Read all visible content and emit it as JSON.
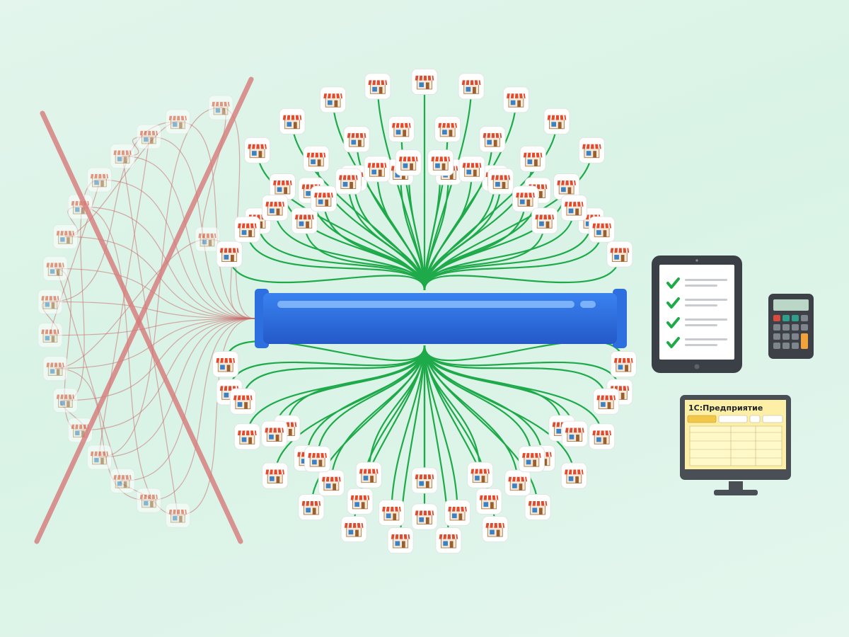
{
  "diagram": {
    "bus": {
      "color": "#2e6fe0"
    },
    "legacy_stores": 18,
    "top_fan_stores": 43,
    "bottom_fan_stores": 34,
    "colors": {
      "store_awning": "#e24a2c",
      "store_window": "#3b82c4",
      "connector_green": "#1faa4a",
      "connector_red": "#c96b6b",
      "cross_red": "#d77a7a"
    },
    "tablet": {
      "icon": "checklist-tablet-icon",
      "checked_items": 4
    },
    "calculator": {
      "icon": "calculator-icon"
    },
    "monitor": {
      "icon": "monitor-icon",
      "title": "1С:Предприятие"
    }
  }
}
